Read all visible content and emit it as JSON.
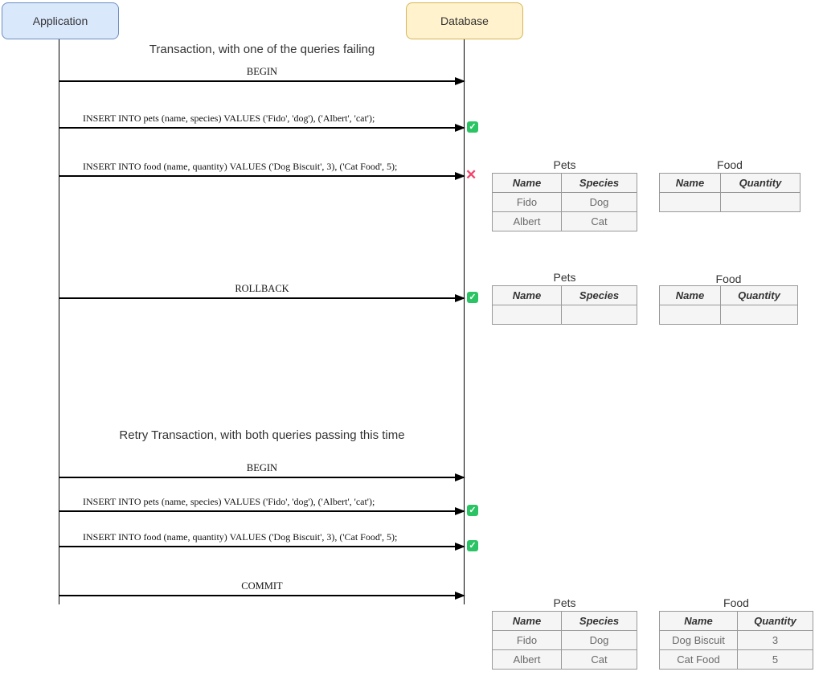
{
  "actors": [
    {
      "label": "Application"
    },
    {
      "label": "Database"
    }
  ],
  "sections": [
    {
      "title": "Transaction, with one of the queries failing"
    },
    {
      "title": "Retry Transaction, with both queries passing this time"
    }
  ],
  "messages": [
    {
      "label": "BEGIN",
      "result": "none"
    },
    {
      "label": "INSERT INTO pets (name, species) VALUES ('Fido', 'dog'), ('Albert', 'cat');",
      "result": "success"
    },
    {
      "label": "INSERT INTO food (name, quantity) VALUES ('Dog Biscuit', 3), ('Cat Food', 5);",
      "result": "fail"
    },
    {
      "label": "ROLLBACK",
      "result": "success"
    },
    {
      "label": "BEGIN",
      "result": "none"
    },
    {
      "label": "INSERT INTO pets (name, species) VALUES ('Fido', 'dog'), ('Albert', 'cat');",
      "result": "success"
    },
    {
      "label": "INSERT INTO food (name, quantity) VALUES ('Dog Biscuit', 3), ('Cat Food', 5);",
      "result": "success"
    },
    {
      "label": "COMMIT",
      "result": "none"
    }
  ],
  "icons": {
    "success_glyph": "✓",
    "fail_glyph": "✕"
  },
  "colors": {
    "application_fill": "#dae8fc",
    "application_border": "#6c8ebf",
    "database_fill": "#fff2cc",
    "database_border": "#d6b656",
    "table_fill": "#f5f5f5",
    "table_border": "#999999",
    "success_green": "#2bc464",
    "fail_red": "#f1456b"
  },
  "snapshots": [
    {
      "pets": {
        "title": "Pets",
        "headers": [
          "Name",
          "Species"
        ],
        "rows": [
          [
            "Fido",
            "Dog"
          ],
          [
            "Albert",
            "Cat"
          ]
        ]
      },
      "food": {
        "title": "Food",
        "headers": [
          "Name",
          "Quantity"
        ],
        "rows": [
          [
            "",
            ""
          ]
        ]
      }
    },
    {
      "pets": {
        "title": "Pets",
        "headers": [
          "Name",
          "Species"
        ],
        "rows": [
          [
            "",
            ""
          ]
        ]
      },
      "food": {
        "title": "Food",
        "headers": [
          "Name",
          "Quantity"
        ],
        "rows": [
          [
            "",
            ""
          ]
        ]
      }
    },
    {
      "pets": {
        "title": "Pets",
        "headers": [
          "Name",
          "Species"
        ],
        "rows": [
          [
            "Fido",
            "Dog"
          ],
          [
            "Albert",
            "Cat"
          ]
        ]
      },
      "food": {
        "title": "Food",
        "headers": [
          "Name",
          "Quantity"
        ],
        "rows": [
          [
            "Dog Biscuit",
            "3"
          ],
          [
            "Cat Food",
            "5"
          ]
        ]
      }
    }
  ]
}
